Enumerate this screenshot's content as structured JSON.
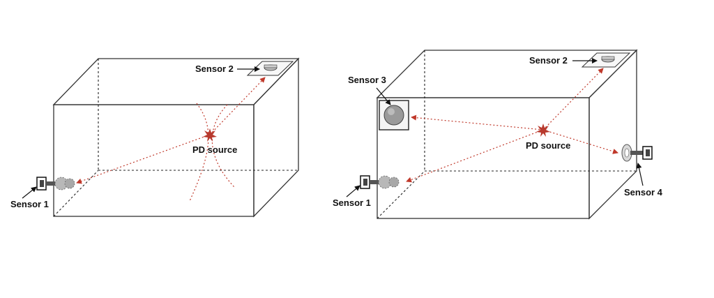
{
  "diagrams": [
    {
      "sensors": [
        "Sensor 1",
        "Sensor 2"
      ],
      "source": "PD source"
    },
    {
      "sensors": [
        "Sensor 1",
        "Sensor 2",
        "Sensor 3",
        "Sensor 4"
      ],
      "source": "PD source"
    }
  ],
  "colors": {
    "pd_ray": "#c0392b",
    "front_face": "#ebebeb",
    "top_face": "#e2e2e2",
    "side_face": "#d6d6d6"
  }
}
